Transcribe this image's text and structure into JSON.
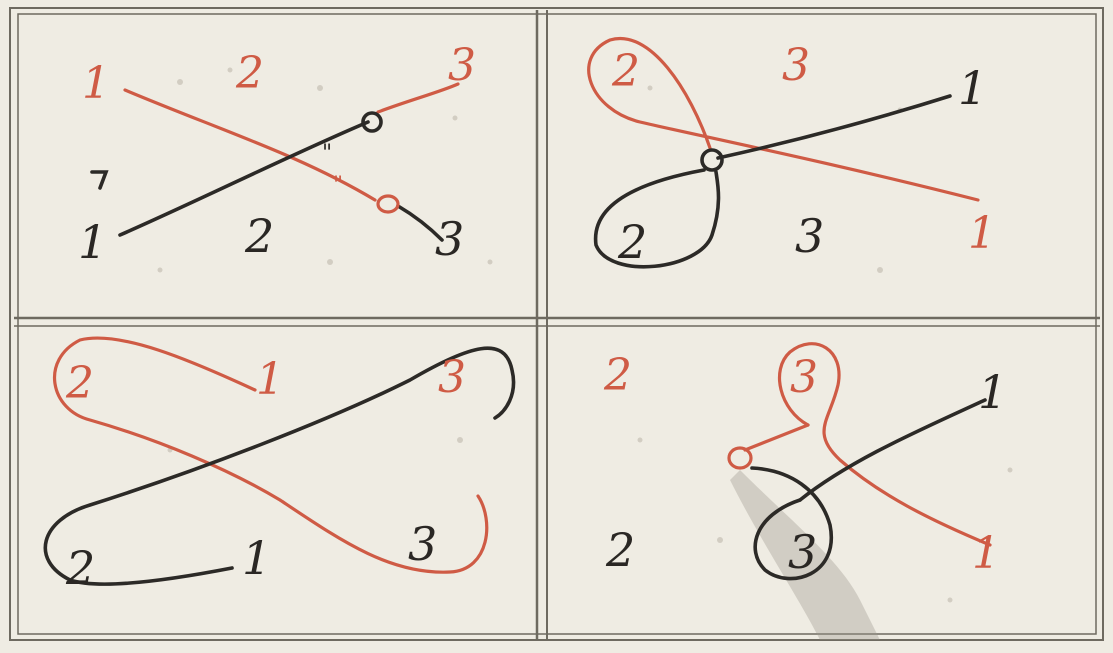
{
  "colors": {
    "paper": "#efece3",
    "red_ink": "#cf5b45",
    "black_ink": "#2c2a27",
    "rule": "#6e6a60"
  },
  "panels": [
    {
      "id": "top-left",
      "red_labels": [
        "1",
        "2",
        "3"
      ],
      "black_labels": [
        "1",
        "2",
        "3"
      ],
      "marks": [
        "\"",
        "\""
      ]
    },
    {
      "id": "top-right",
      "red_labels": [
        "2",
        "3",
        "1"
      ],
      "black_labels": [
        "1",
        "2",
        "3"
      ]
    },
    {
      "id": "bottom-left",
      "red_labels": [
        "2",
        "1",
        "3"
      ],
      "black_labels": [
        "2",
        "1",
        "3"
      ]
    },
    {
      "id": "bottom-right",
      "red_labels": [
        "2",
        "3",
        "1"
      ],
      "black_labels": [
        "1",
        "2",
        "3"
      ]
    }
  ]
}
